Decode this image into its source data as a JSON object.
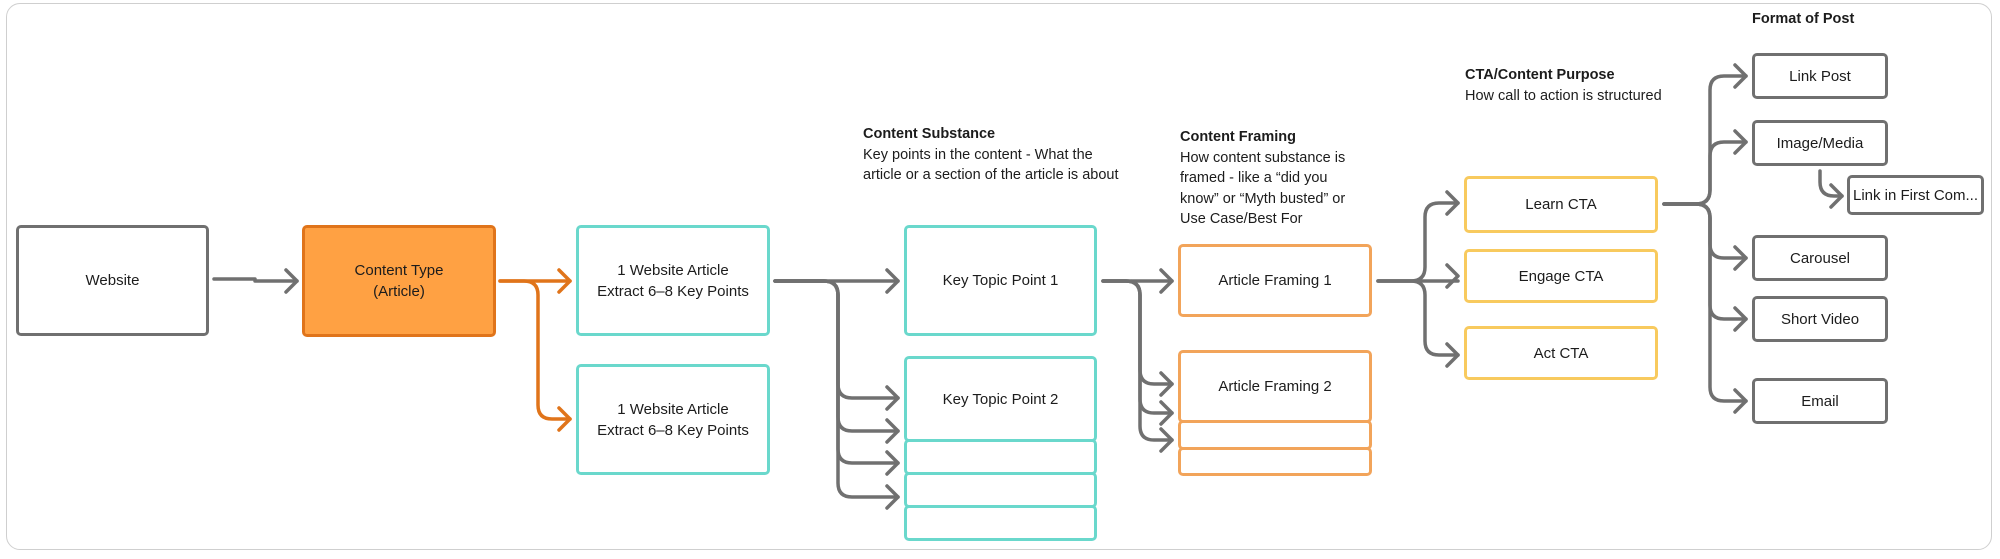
{
  "colors": {
    "gray": "#707070",
    "orange_fill": "#ffa143",
    "orange_dark": "#e0741a",
    "teal": "#6ad8cc",
    "orange_light": "#f2a45a",
    "yellow": "#f8ca5e"
  },
  "nodes": {
    "website": "Website",
    "content_type": "Content Type\n(Article)",
    "article_1": "1 Website Article\nExtract 6–8 Key Points",
    "article_2": "1 Website Article\nExtract 6–8 Key Points",
    "key_topic_1": "Key Topic Point 1",
    "key_topic_2": "Key Topic Point 2",
    "framing_1": "Article Framing 1",
    "framing_2": "Article Framing 2",
    "learn_cta": "Learn CTA",
    "engage_cta": "Engage CTA",
    "act_cta": "Act CTA",
    "link_post": "Link Post",
    "image_media": "Image/Media",
    "link_first_comment": "Link in First Com...",
    "carousel": "Carousel",
    "short_video": "Short Video",
    "email": "Email"
  },
  "notes": {
    "substance": {
      "heading": "Content Substance",
      "text": "Key points in the content - What the article or a section of the article  is about"
    },
    "framing": {
      "heading": "Content Framing",
      "text": "How content substance is framed - like a “did you know” or “Myth busted” or Use Case/Best For"
    },
    "cta": {
      "heading": "CTA/Content  Purpose",
      "text": "How call to action is structured"
    },
    "format": {
      "heading": "Format of Post"
    }
  }
}
